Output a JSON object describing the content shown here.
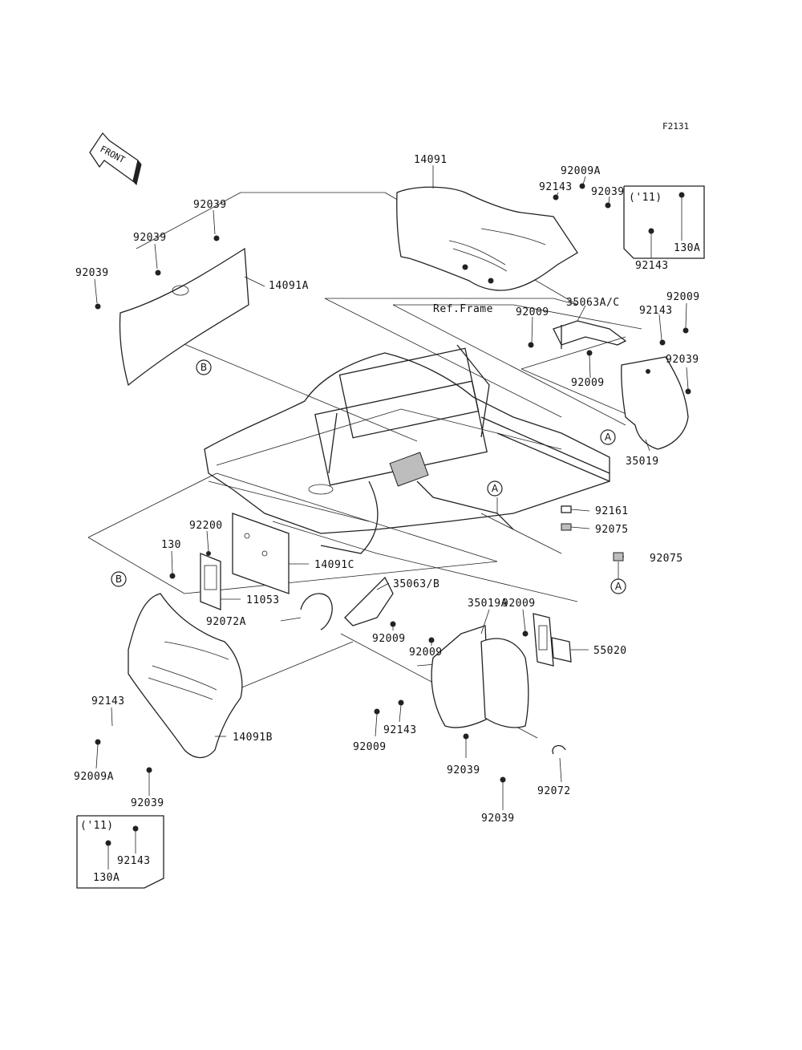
{
  "figure_code": "F2131",
  "front_arrow_label": "FRONT",
  "ref_frame_label": "Ref.Frame",
  "callouts": {
    "p14091": "14091",
    "p92009A_top": "92009A",
    "p92143_top": "92143",
    "p92039_top_right": "92039",
    "p92039_left1": "92039",
    "p92039_left2": "92039",
    "p92039_left3": "92039",
    "p14091A": "14091A",
    "p35063AC": "35063A/C",
    "p92009_mid1": "92009",
    "p92009_mid2": "92009",
    "p92009_right": "92009",
    "p92143_right": "92143",
    "p92039_right": "92039",
    "p35019": "35019",
    "p92161": "92161",
    "p92075_a": "92075",
    "p92075_b": "92075",
    "p92200": "92200",
    "p130": "130",
    "p14091C": "14091C",
    "p11053": "11053",
    "p92072A": "92072A",
    "p35063B": "35063/B",
    "p92009_c1": "92009",
    "p92009_c2": "92009",
    "p35019A": "35019A",
    "p92009_c3": "92009",
    "p55020": "55020",
    "p92143_lower_left": "92143",
    "p14091B": "14091B",
    "p92009A_lower": "92009A",
    "p92039_lower_left": "92039",
    "p92009_lower": "92009",
    "p92143_lower": "92143",
    "p92039_lower_mid": "92039",
    "p92039_bottom": "92039",
    "p92072": "92072"
  },
  "inset_top": {
    "year": "('11)",
    "part_a": "130A",
    "part_b": "92143"
  },
  "inset_bottom": {
    "year": "('11)",
    "part_a": "92143",
    "part_b": "130A"
  },
  "ref_markers": {
    "b_top": "B",
    "b_lower": "B",
    "a_right": "A",
    "a_mid": "A",
    "a_bottom_right": "A"
  }
}
